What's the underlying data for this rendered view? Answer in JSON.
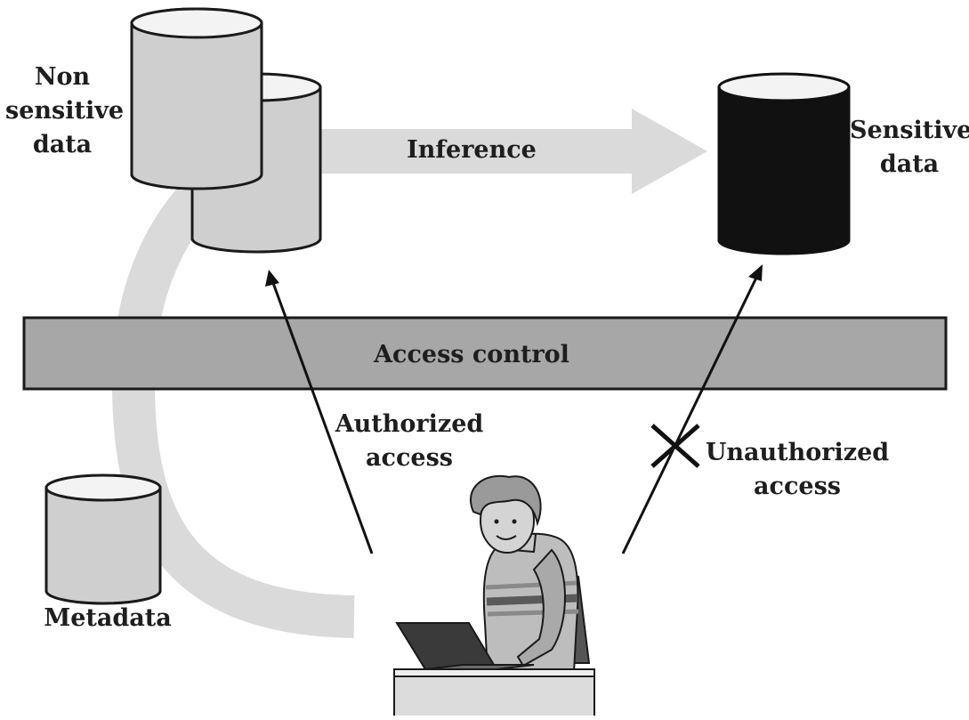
{
  "labels": {
    "non_sensitive": [
      "Non",
      "sensitive",
      "data"
    ],
    "sensitive": [
      "Sensitive",
      "data"
    ],
    "inference": "Inference",
    "access_control": "Access control",
    "authorized": [
      "Authorized",
      "access"
    ],
    "unauthorized": [
      "Unauthorized",
      "access"
    ],
    "metadata": "Metadata"
  },
  "colors": {
    "cylinder_fill": "#cfcfcf",
    "cylinder_top": "#f3f3f3",
    "sensitive_fill": "#111111",
    "access_bar": "#a7a7a7",
    "arrow_band": "#dadada",
    "stroke": "#1a1a1a"
  }
}
